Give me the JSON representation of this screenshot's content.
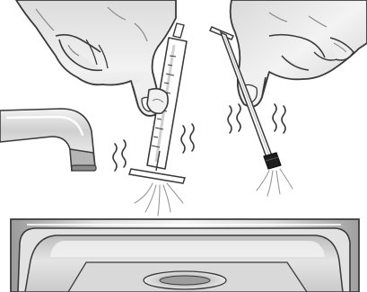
{
  "illustration": {
    "elements": [
      "faucet",
      "left-hand",
      "right-hand",
      "syringe-barrel",
      "syringe-plunger",
      "sink"
    ],
    "colors": {
      "outline": "#3a3a3a",
      "skin_light": "#eeeeee",
      "skin_mid": "#cfcfcf",
      "skin_dark": "#9a9a9a",
      "metal_light": "#e6e6e6",
      "metal_mid": "#c4c4c4",
      "metal_dark": "#8c8c8c",
      "syringe": "#ffffff",
      "plunger_tip": "#1e1e1e",
      "background": "#ffffff"
    }
  }
}
